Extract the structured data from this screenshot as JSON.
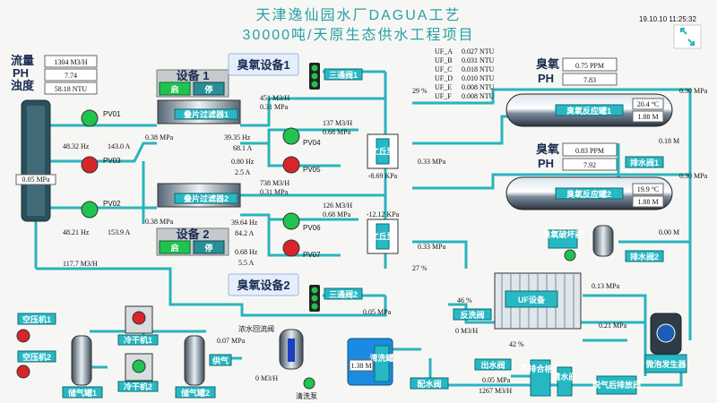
{
  "header": {
    "title_line1": "天津逸仙园水厂DAGUA工艺",
    "title_line2": "30000吨/天原生态供水工程项目",
    "timestamp": "19.10.10 11:25:32"
  },
  "left_panel": {
    "flow_label": "流量",
    "flow_value": "1304 M3/H",
    "ph_label": "PH",
    "ph_value": "7.74",
    "turbidity_label": "浊度",
    "turbidity_value": "58.18 NTU"
  },
  "equipment1": {
    "title": "设备 1",
    "start": "启",
    "stop": "停"
  },
  "equipment2": {
    "title": "设备 2",
    "start": "启",
    "stop": "停"
  },
  "ozone_device1": "臭氧设备1",
  "ozone_device2": "臭氧设备2",
  "valves": {
    "three_way1": "三通阀1",
    "three_way2": "三通阀2",
    "drain1": "排水阀1",
    "drain2": "排水阀2",
    "backflush": "反洗阀",
    "outlet": "出水阀",
    "drain_to_tank": "配水阀",
    "no_drain": "不排合格阀",
    "clean_water": "清水阀",
    "degas": "脱气后排放阀",
    "return": "浓水回流阀",
    "air": "供气"
  },
  "pumps": {
    "pv01": "PV01",
    "pv02": "PV02",
    "pv03": "PV03",
    "pv04": "PV04",
    "pv05": "PV05",
    "pv06": "PV06",
    "pv07": "PV07"
  },
  "filters": {
    "f1": "叠片过滤器1",
    "f2": "叠片过滤器2"
  },
  "venturi": "文丘里",
  "reactors": {
    "r1": "臭氧反应罐1",
    "r2": "臭氧反应罐2"
  },
  "uf": {
    "label": "UF设备"
  },
  "uf_readings": [
    {
      "name": "UF_A",
      "value": "0.027 NTU"
    },
    {
      "name": "UF_B",
      "value": "0.031 NTU"
    },
    {
      "name": "UF_C",
      "value": "0.018 NTU"
    },
    {
      "name": "UF_D",
      "value": "0.010 NTU"
    },
    {
      "name": "UF_E",
      "value": "0.008 NTU"
    },
    {
      "name": "UF_F",
      "value": "0.008 NTU"
    }
  ],
  "ozone_box1": {
    "ozone_label": "臭氧",
    "ozone_value": "0.75 PPM",
    "ph_label": "PH",
    "ph_value": "7.83"
  },
  "ozone_box2": {
    "ozone_label": "臭氧",
    "ozone_value": "0.83 PPM",
    "ph_label": "PH",
    "ph_value": "7.92"
  },
  "reactor1": {
    "temp": "20.4 °C",
    "level": "1.88 M"
  },
  "reactor2": {
    "temp": "19.9 °C",
    "level": "1.88 M"
  },
  "readings": {
    "line1_flow": "451 M3/H",
    "line1_press": "0.31 MPa",
    "line2_flow": "738 M3/H",
    "line2_press": "0.31 MPa",
    "pv04_flow": "137 M3/H",
    "pv04_press": "0.68 MPa",
    "pv06_flow": "126 M3/H",
    "pv06_press": "0.68 MPa",
    "pv01_hz": "48.32 Hz",
    "pv01_a": "143.0 A",
    "pv02_hz": "48.21 Hz",
    "pv02_a": "153.9 A",
    "pv04_hz": "39.35 Hz",
    "pv04_a": "68.1 A",
    "pv05_hz": "0.80 Hz",
    "pv05_a": "2.5 A",
    "pv06_hz": "39.64 Hz",
    "pv06_a": "84.2 A",
    "pv07_hz": "0.68 Hz",
    "pv07_a": "5.5 A",
    "tank_press": "0.05 MPa",
    "p038a": "0.38 MPa",
    "p038b": "0.38 MPa",
    "venturi1": "-8.69 KPa",
    "venturi2": "-12.12 KPa",
    "p033a": "0.33 MPa",
    "p033b": "0.33 MPa",
    "pct29": "29 %",
    "pct27": "27 %",
    "pct46": "46 %",
    "pct42": "42 %",
    "main_flow": "117.7 M3/H",
    "p030a": "0.30 MPa",
    "p030b": "0.30 MPa",
    "p018": "0.18 M",
    "p000": "0.00 M",
    "p013": "0.13 MPa",
    "p021": "0.21 MPa",
    "p005a": "0.05 MPa",
    "p005b": "0.05 MPa",
    "p007": "0.07 MPa",
    "flow0a": "0 M3/H",
    "flow0b": "0 M3/H",
    "flow1267": "1267 M3/H",
    "clean_level": "1.38 M"
  },
  "tanks": {
    "air1": "空压机1",
    "air2": "空压机2",
    "cold1": "冷干机1",
    "cold2": "冷干机2",
    "gas1": "储气罐1",
    "gas2": "储气罐2",
    "clean": "清洗罐",
    "clean_pump": "清洗泵",
    "ozone_breaker": "臭氧破坏器",
    "micro": "微泡发生器"
  },
  "colors": {
    "pipe": "#2ab3bc",
    "tag_bg": "#27b8c4",
    "run": "#19c84a",
    "stop": "#d8252a"
  }
}
